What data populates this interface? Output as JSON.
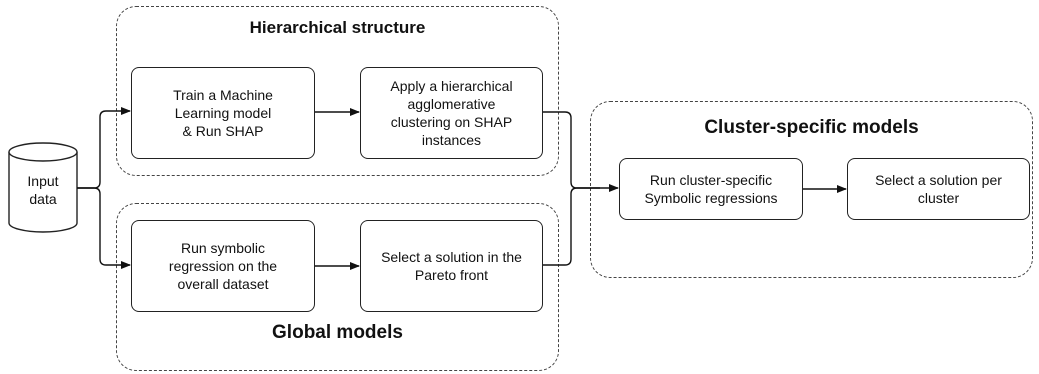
{
  "groups": {
    "hierarchical": {
      "title": "Hierarchical structure"
    },
    "global": {
      "title": "Global models"
    },
    "cluster": {
      "title": "Cluster-specific models"
    }
  },
  "nodes": {
    "input": "Input\ndata",
    "train": "Train a Machine\nLearning model\n& Run SHAP",
    "cluster_apply": "Apply a hierarchical\nagglomerative\nclustering on SHAP\ninstances",
    "symbolic": "Run symbolic\nregression on the\noverall dataset",
    "pareto": "Select a solution in the\nPareto front",
    "cluster_run": "Run cluster-specific\nSymbolic regressions",
    "cluster_select": "Select a solution per\ncluster"
  }
}
